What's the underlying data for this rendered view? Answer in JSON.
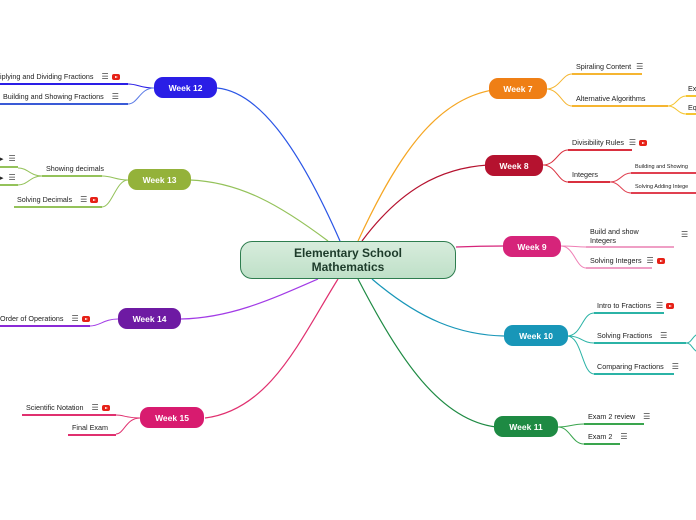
{
  "central": {
    "title": "Elementary School Mathematics"
  },
  "weeks": {
    "w7": {
      "label": "Week 7",
      "color": "#ef7f15",
      "spiraling": "Spiraling Content",
      "alternative": "Alternative Algorithms",
      "alt_sub1": "Ex",
      "alt_sub2": "Eq"
    },
    "w8": {
      "label": "Week 8",
      "color": "#b5122f",
      "divisibility": "Divisibility Rules",
      "integers": "Integers",
      "int_sub1": "Building and Showing",
      "int_sub2": "Solving Adding Intege"
    },
    "w9": {
      "label": "Week 9",
      "color": "#d6247a",
      "build_show": "Build and show Integers",
      "solving": "Solving Integers"
    },
    "w10": {
      "label": "Week 10",
      "color": "#1896b8",
      "intro": "Intro to Fractions",
      "solving": "Solving Fractions",
      "comparing": "Comparing Fractions"
    },
    "w11": {
      "label": "Week 11",
      "color": "#1e8a43",
      "review": "Exam 2 review",
      "exam": "Exam 2"
    },
    "w12": {
      "label": "Week 12",
      "color": "#2a1ee6",
      "mult_div": "iplying and Dividing Fractions",
      "build_show": "Building and Showing Fractions"
    },
    "w13": {
      "label": "Week 13",
      "color": "#94b23a",
      "showing": "Showing decimals",
      "solving": "Solving Decimals"
    },
    "w14": {
      "label": "Week 14",
      "color": "#6e1aa3",
      "order": "Order of Operations"
    },
    "w15": {
      "label": "Week 15",
      "color": "#d81b6f",
      "sci": "Scientific Notation",
      "final": "Final Exam"
    }
  },
  "icons": {
    "note": "notes-icon",
    "video": "youtube-icon"
  }
}
